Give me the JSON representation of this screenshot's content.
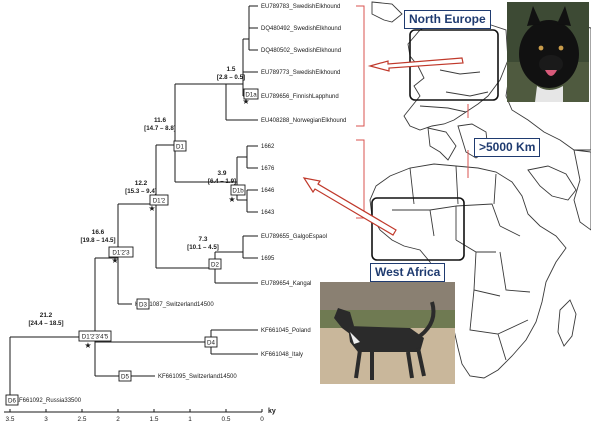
{
  "chart_data": {
    "type": "phylogenetic-tree",
    "title": "",
    "xlabel": "ky",
    "x_ticks": [
      "3.5",
      "3",
      "2.5",
      "2",
      "1.5",
      "1",
      "0.5",
      "0"
    ],
    "xlim": [
      3.6,
      0
    ],
    "taxa": [
      {
        "id": "t1",
        "label": "EU789783_SwedishElkhound"
      },
      {
        "id": "t2",
        "label": "DQ480492_SwedishElkhound"
      },
      {
        "id": "t3",
        "label": "DQ480502_SwedishElkhound"
      },
      {
        "id": "t4",
        "label": "EU789773_SwedishElkhound"
      },
      {
        "id": "t5",
        "label": "EU789656_FinnishLapphund"
      },
      {
        "id": "t6",
        "label": "EU408288_NorwegianElkhound"
      },
      {
        "id": "t7",
        "label": "1662"
      },
      {
        "id": "t8",
        "label": "1676"
      },
      {
        "id": "t9",
        "label": "1646"
      },
      {
        "id": "t10",
        "label": "1643"
      },
      {
        "id": "t11",
        "label": "EU789655_GalgoEspaol"
      },
      {
        "id": "t12",
        "label": "1695"
      },
      {
        "id": "t13",
        "label": "EU789654_Kangal"
      },
      {
        "id": "t14",
        "label": "KF661087_Switzerland14500"
      },
      {
        "id": "t15",
        "label": "KF661045_Poland"
      },
      {
        "id": "t16",
        "label": "KF661048_Italy"
      },
      {
        "id": "t17",
        "label": "KF661095_Switzerland14500"
      },
      {
        "id": "t18",
        "label": "KF661092_Russia33500"
      }
    ],
    "nodes": [
      {
        "id": "D1a",
        "age": 1.5,
        "interval": "[2.8 – 0.5]"
      },
      {
        "id": "D1",
        "age": 11.6,
        "interval": "[14.7 – 8.8]"
      },
      {
        "id": "D1b",
        "age": 3.9,
        "interval": "[6.4 – 1.9]"
      },
      {
        "id": "D1'2",
        "age": 12.2,
        "interval": "[15.3 – 9.4]"
      },
      {
        "id": "D2",
        "age": 7.3,
        "interval": "[10.1 – 4.5]"
      },
      {
        "id": "D1'2'3",
        "age": 16.6,
        "interval": "[19.8 – 14.5]"
      },
      {
        "id": "D3"
      },
      {
        "id": "D1'2'3'4'5",
        "age": 21.2,
        "interval": "[24.4 – 18.5]"
      },
      {
        "id": "D4"
      },
      {
        "id": "D5"
      },
      {
        "id": "D6"
      }
    ],
    "annotations": {
      "north": "North Europe",
      "west": "West Africa",
      "distance": ">5000 Km"
    }
  },
  "colors": {
    "tree": "#1a1a1a",
    "region_label": "#1f3b70",
    "arrow": "#c0392b",
    "bracket": "#d9534f",
    "map_line": "#333333"
  }
}
